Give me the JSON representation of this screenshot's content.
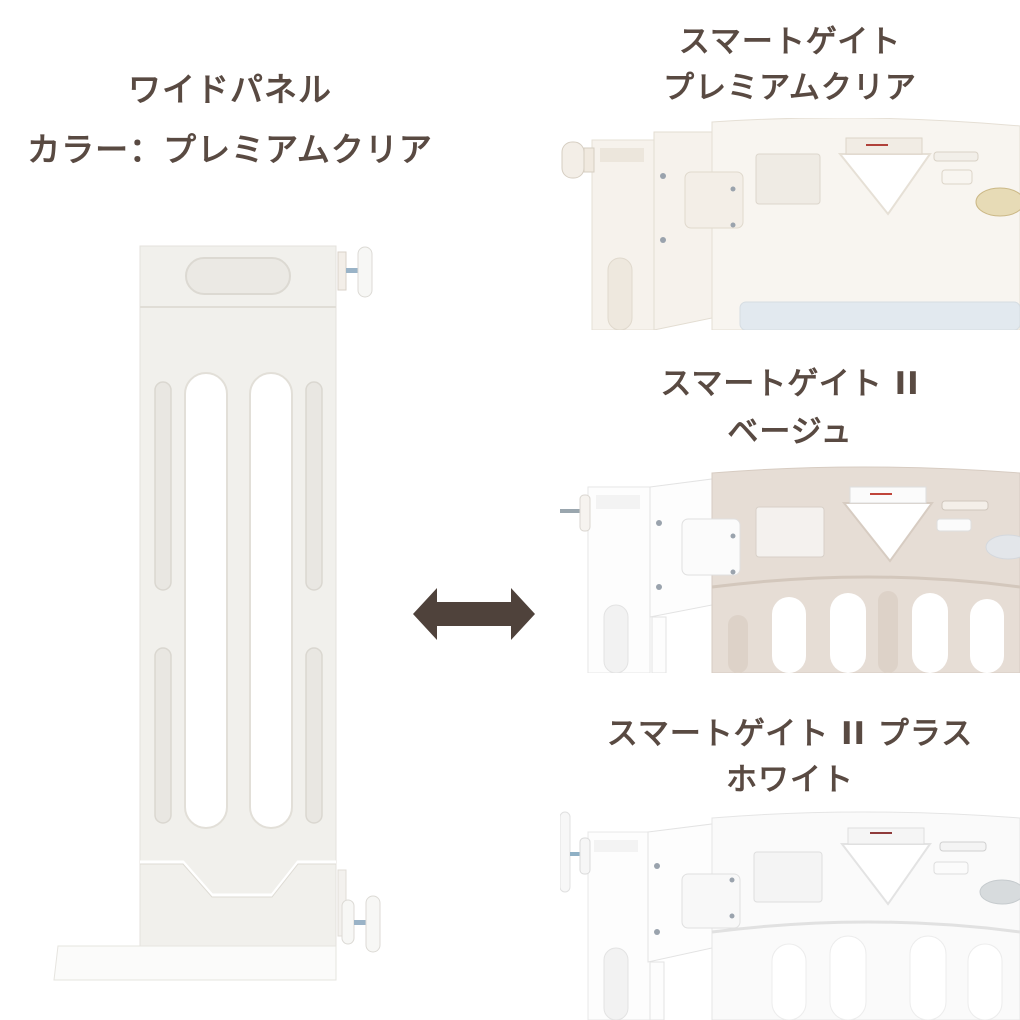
{
  "left": {
    "title_line1": "ワイドパネル",
    "title_line2": "カラー：プレミアムクリア",
    "image": "wide-panel-photo"
  },
  "arrow": {
    "icon": "double-arrow-icon",
    "color": "#4f423b"
  },
  "products": [
    {
      "name_line1": "スマートゲイト",
      "name_line2": "プレミアムクリア",
      "panel_color": "#f7f4ef",
      "image": "smart-gate-premium-clear-photo"
    },
    {
      "name_line1": "スマートゲイト II",
      "name_line2": "ベージュ",
      "panel_color": "#e6ddd5",
      "image": "smart-gate-2-beige-photo"
    },
    {
      "name_line1": "スマートゲイト II プラス",
      "name_line2": "ホワイト",
      "panel_color": "#f9f9f9",
      "image": "smart-gate-2-plus-white-photo"
    }
  ],
  "colors": {
    "text": "#594a42",
    "background": "#ffffff"
  }
}
